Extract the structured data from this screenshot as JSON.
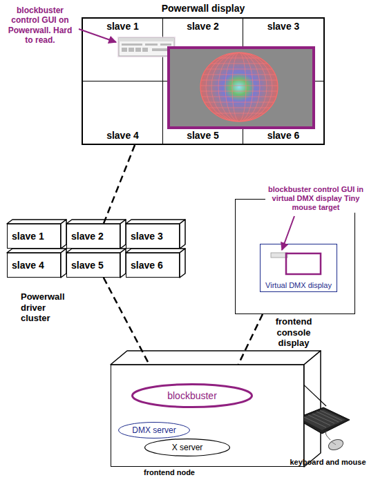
{
  "diagram": {
    "nodes": [
      {
        "text": [
          "Powerwall display"
        ]
      },
      {
        "text": [
          "slave 1"
        ],
        "in": 0
      },
      {
        "text": [
          "slave 2"
        ],
        "in": 0
      },
      {
        "text": [
          "slave 3"
        ],
        "in": 0
      },
      {
        "text": [
          "slave 4"
        ],
        "in": 0
      },
      {
        "text": [
          "slave 5"
        ],
        "in": 0
      },
      {
        "text": [
          "slave 6"
        ],
        "in": 0
      },
      {
        "text": [
          "slave 1"
        ]
      },
      {
        "text": [
          "slave 2"
        ]
      },
      {
        "text": [
          "slave 3"
        ]
      },
      {
        "text": [
          "slave 4"
        ]
      },
      {
        "text": [
          "slave 5"
        ]
      },
      {
        "text": [
          "slave 6"
        ]
      },
      {
        "text": [
          "frontend console display"
        ]
      },
      {
        "text": [
          "Virtual DMX display"
        ],
        "in": 13
      },
      {
        "text": [
          "frontend node"
        ]
      },
      {
        "text": [
          "blockbuster"
        ],
        "in": 15
      },
      {
        "text": [
          "DMX server"
        ],
        "in": 15
      },
      {
        "text": [
          "X server"
        ],
        "in": 15
      },
      {
        "text": [
          "keyboard and mouse"
        ]
      }
    ],
    "edges": [
      {
        "from": 0,
        "to": 8,
        "arrow": "none"
      },
      {
        "from": 11,
        "to": 15,
        "arrow": "none"
      },
      {
        "from": 13,
        "to": 15,
        "arrow": "none"
      },
      {
        "from": 16,
        "to": 17,
        "arrow": "none"
      },
      {
        "from": 15,
        "to": 19,
        "arrow": "none"
      }
    ],
    "labels": [
      "blockbuster control GUI on Powerwall. Hard to read.",
      "Powerwall driver cluster",
      "blockbuster control GUI in virtual DMX display Tiny mouse target"
    ]
  }
}
